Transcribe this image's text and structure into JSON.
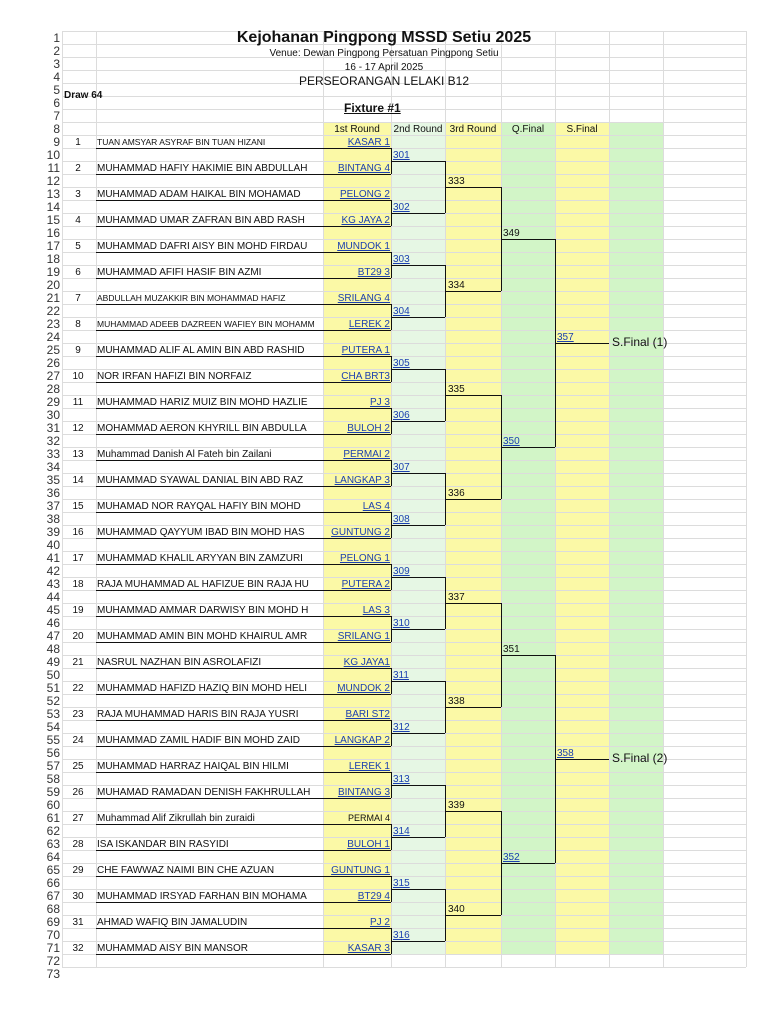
{
  "header": {
    "title": "Kejohanan Pingpong MSSD Setiu 2025",
    "venue": "Venue:  Dewan Pingpong Persatuan Pingpong Setiu",
    "dates": "16 - 17 April 2025",
    "category": "PERSEORANGAN LELAKI B12",
    "draw": "Draw 64",
    "fixture": "Fixture #1"
  },
  "columns": [
    "1st Round",
    "2nd Round",
    "3rd Round",
    "Q.Final",
    "S.Final"
  ],
  "players": [
    {
      "no": "1",
      "name": "TUAN AMSYAR ASYRAF BIN TUAN HIZANI",
      "school": "KASAR 1"
    },
    {
      "no": "2",
      "name": "MUHAMMAD HAFIY HAKIMIE BIN ABDULLAH",
      "school": "BINTANG 4"
    },
    {
      "no": "3",
      "name": "MUHAMMAD ADAM HAIKAL BIN MOHAMAD",
      "school": "PELONG 2"
    },
    {
      "no": "4",
      "name": "MUHAMMAD UMAR ZAFRAN BIN ABD RASH",
      "school": "KG JAYA 2"
    },
    {
      "no": "5",
      "name": "MUHAMMAD DAFRI AISY BIN MOHD FIRDAU",
      "school": "MUNDOK 1"
    },
    {
      "no": "6",
      "name": "MUHAMMAD AFIFI HASIF BIN AZMI",
      "school": "BT29 3"
    },
    {
      "no": "7",
      "name": "ABDULLAH MUZAKKIR BIN MOHAMMAD HAFIZ",
      "school": "SRILANG 4"
    },
    {
      "no": "8",
      "name": "MUHAMMAD ADEEB DAZREEN WAFIEY BIN MOHAMM",
      "school": "LEREK 2"
    },
    {
      "no": "9",
      "name": "MUHAMMAD ALIF AL AMIN BIN ABD RASHID",
      "school": "PUTERA 1"
    },
    {
      "no": "10",
      "name": "NOR IRFAN HAFIZI BIN NORFAIZ",
      "school": "CHA BRT3"
    },
    {
      "no": "11",
      "name": "MUHAMMAD HARIZ MUIZ BIN MOHD HAZLIE",
      "school": "PJ 3"
    },
    {
      "no": "12",
      "name": "MOHAMMAD AERON KHYRILL BIN ABDULLA",
      "school": "BULOH 2"
    },
    {
      "no": "13",
      "name": "Muhammad Danish Al Fateh bin Zailani",
      "school": "PERMAI 2"
    },
    {
      "no": "14",
      "name": "MUHAMMAD SYAWAL DANIAL BIN ABD RAZ",
      "school": "LANGKAP 3"
    },
    {
      "no": "15",
      "name": "MUHAMAD NOR RAYQAL HAFIY BIN MOHD",
      "school": "LAS 4"
    },
    {
      "no": "16",
      "name": "MUHAMMAD QAYYUM IBAD BIN MOHD HAS",
      "school": "GUNTUNG 2"
    },
    {
      "no": "17",
      "name": "MUHAMMAD KHALIL ARYYAN BIN ZAMZURI",
      "school": "PELONG 1"
    },
    {
      "no": "18",
      "name": "RAJA MUHAMMAD AL HAFIZUE BIN RAJA HU",
      "school": "PUTERA 2"
    },
    {
      "no": "19",
      "name": "MUHAMMAD AMMAR DARWISY BIN MOHD H",
      "school": "LAS 3"
    },
    {
      "no": "20",
      "name": "MUHAMMAD AMIN BIN MOHD KHAIRUL AMR",
      "school": "SRILANG 1"
    },
    {
      "no": "21",
      "name": "NASRUL NAZHAN BIN ASROLAFIZI",
      "school": "KG JAYA1"
    },
    {
      "no": "22",
      "name": "MUHAMMAD HAFIZD HAZIQ BIN MOHD HELI",
      "school": "MUNDOK 2"
    },
    {
      "no": "23",
      "name": "RAJA MUHAMMAD HARIS BIN RAJA YUSRI",
      "school": "BARI ST2"
    },
    {
      "no": "24",
      "name": "MUHAMMAD ZAMIL HADIF BIN MOHD ZAID",
      "school": "LANGKAP 2"
    },
    {
      "no": "25",
      "name": "MUHAMMAD HARRAZ HAIQAL BIN HILMI",
      "school": "LEREK 1"
    },
    {
      "no": "26",
      "name": "MUHAMAD RAMADAN DENISH FAKHRULLAH",
      "school": "BINTANG 3"
    },
    {
      "no": "27",
      "name": "Muhammad Alif Zikrullah bin zuraidi",
      "school": "PERMAI 4"
    },
    {
      "no": "28",
      "name": "ISA ISKANDAR BIN RASYIDI",
      "school": "BULOH 1"
    },
    {
      "no": "29",
      "name": "CHE FAWWAZ NAIMI BIN CHE AZUAN",
      "school": "GUNTUNG 1"
    },
    {
      "no": "30",
      "name": "MUHAMMAD IRSYAD FARHAN BIN MOHAMA",
      "school": "BT29 4"
    },
    {
      "no": "31",
      "name": "AHMAD WAFIQ BIN JAMALUDIN",
      "school": "PJ 2"
    },
    {
      "no": "32",
      "name": "MUHAMMAD AISY BIN MANSOR",
      "school": "KASAR 3"
    }
  ],
  "round2": [
    "301",
    "302",
    "303",
    "304",
    "305",
    "306",
    "307",
    "308",
    "309",
    "310",
    "311",
    "312",
    "313",
    "314",
    "315",
    "316"
  ],
  "round3": [
    "333",
    "334",
    "335",
    "336",
    "337",
    "338",
    "339",
    "340"
  ],
  "qfinal": [
    "349",
    "350",
    "351",
    "352"
  ],
  "sfinal": [
    "357",
    "358"
  ],
  "sfinal_labels": [
    "S.Final (1)",
    "S.Final (2)"
  ],
  "rownums": [
    "1",
    "2",
    "3",
    "4",
    "5",
    "6",
    "7",
    "8",
    "9",
    "10",
    "11",
    "12",
    "13",
    "14",
    "15",
    "16",
    "17",
    "18",
    "19",
    "20",
    "21",
    "22",
    "23",
    "24",
    "25",
    "26",
    "27",
    "28",
    "29",
    "30",
    "31",
    "32",
    "33",
    "34",
    "35",
    "36",
    "37",
    "38",
    "39",
    "40",
    "41",
    "42",
    "43",
    "44",
    "45",
    "46",
    "47",
    "48",
    "49",
    "50",
    "51",
    "52",
    "53",
    "54",
    "55",
    "56",
    "57",
    "58",
    "59",
    "60",
    "61",
    "62",
    "63",
    "64",
    "65",
    "66",
    "67",
    "68",
    "69",
    "70",
    "71",
    "72",
    "73"
  ]
}
